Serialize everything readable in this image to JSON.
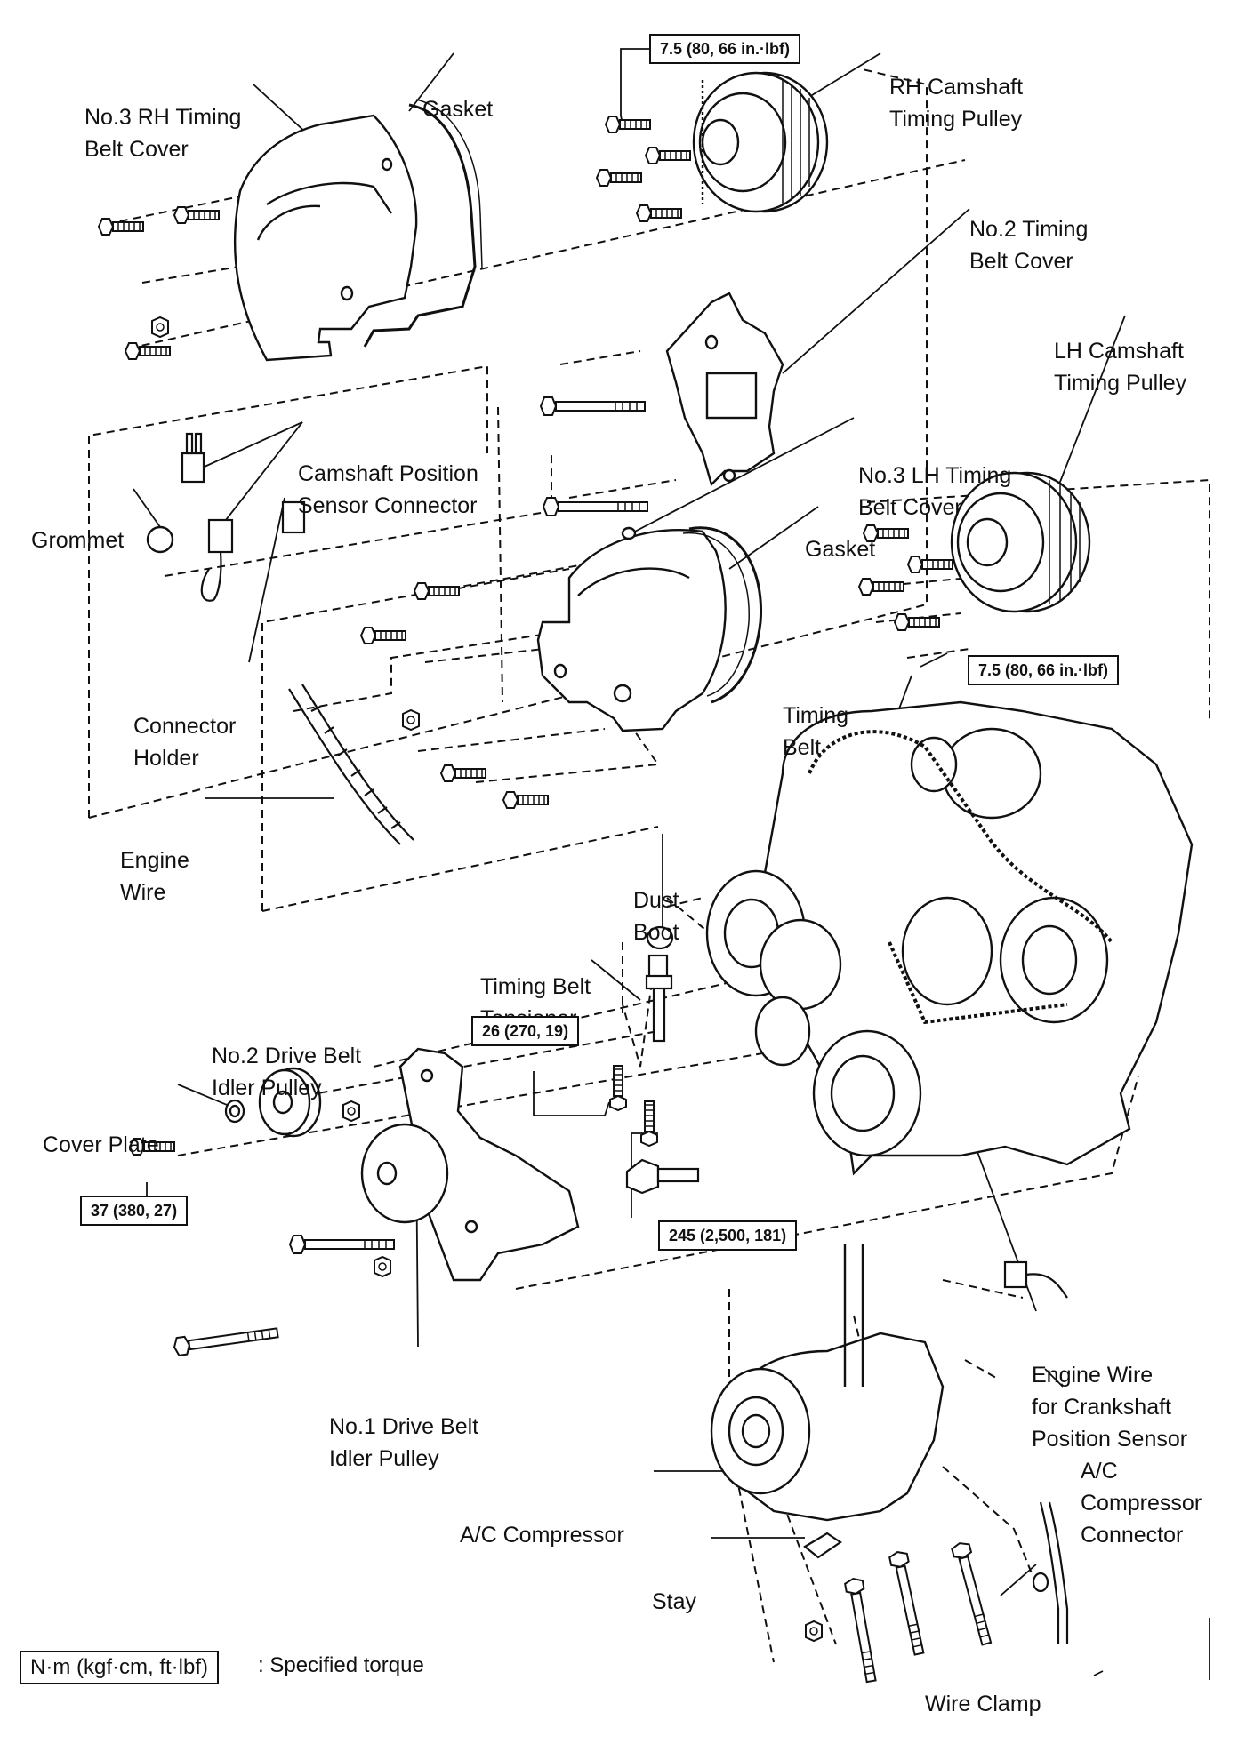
{
  "labels": {
    "rh_cover": [
      "No.3 RH Timing",
      "Belt Cover"
    ],
    "gasket_top": [
      "Gasket"
    ],
    "rh_pulley": [
      "RH Camshaft",
      "Timing Pulley"
    ],
    "no2_cover": [
      "No.2 Timing",
      "Belt Cover"
    ],
    "lh_pulley": [
      "LH Camshaft",
      "Timing Pulley"
    ],
    "cam_sensor": [
      "Camshaft Position",
      "Sensor Connector"
    ],
    "lh_cover": [
      "No.3 LH Timing",
      "Belt Cover"
    ],
    "grommet": [
      "Grommet"
    ],
    "gasket_mid": [
      "Gasket"
    ],
    "connector_holder": [
      "Connector",
      "Holder"
    ],
    "timing_belt": [
      "Timing",
      "Belt"
    ],
    "engine_wire": [
      "Engine",
      "Wire"
    ],
    "dust_boot": [
      "Dust",
      "Boot"
    ],
    "tensioner": [
      "Timing Belt",
      "Tensioner"
    ],
    "no2_idler": [
      "No.2 Drive Belt",
      "Idler Pulley"
    ],
    "cover_plate": [
      "Cover Plate"
    ],
    "no1_idler": [
      "No.1 Drive Belt",
      "Idler Pulley"
    ],
    "crank_wire": [
      "Engine Wire",
      "for Crankshaft",
      "Position Sensor"
    ],
    "ac_compressor": [
      "A/C Compressor"
    ],
    "ac_connector": [
      "A/C",
      "Compressor",
      "Connector"
    ],
    "stay": [
      "Stay"
    ],
    "wire_clamp": [
      "Wire Clamp"
    ]
  },
  "torques": {
    "rh_pulley": "7.5 (80, 66 in.·lbf)",
    "lh_pulley": "7.5 (80, 66 in.·lbf)",
    "tensioner": "26 (270, 19)",
    "idler": "37 (380, 27)",
    "crank": "245 (2,500, 181)"
  },
  "legend": {
    "unit_box": "N·m (kgf·cm, ft·lbf)",
    "description": ": Specified torque"
  }
}
